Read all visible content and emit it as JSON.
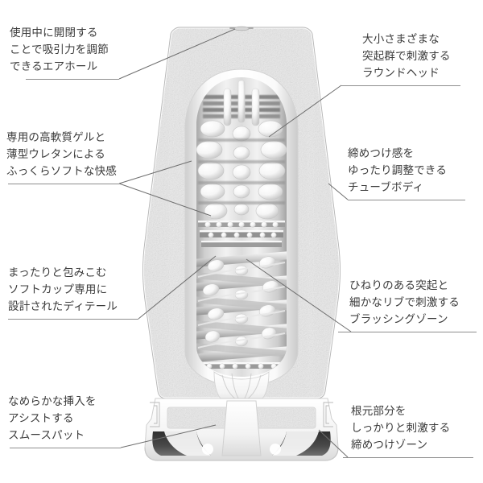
{
  "page": {
    "background_color": "#ffffff",
    "text_color": "#3b3b3b",
    "rule_color": "#8e8e8e",
    "leader_color": "#6e6e6e",
    "speckle_base_color": "#e9e9e9",
    "shell_outline_color": "#b9b9b9",
    "interior_light": "#f4f4f4",
    "interior_shadow": "#8c8c8c",
    "cavity_dark": "#3a3a3a"
  },
  "annotations": {
    "air_hole": {
      "position": "top-left",
      "lines": [
        "使用中に開閉する",
        "ことで吸引力を調節",
        "できるエアホール"
      ],
      "full_text": "使用中に開閉することで吸引力を調節できるエアホール"
    },
    "gel_urethane": {
      "position": "mid-upper-left",
      "lines": [
        "専用の高軟質ゲルと",
        "薄型ウレタンによる",
        "ふっくらソフトな快感"
      ],
      "full_text": "専用の高軟質ゲルと薄型ウレタンによるふっくらソフトな快感"
    },
    "soft_cup_detail": {
      "position": "mid-lower-left",
      "lines": [
        "まったりと包みこむ",
        "ソフトカップ専用に",
        "設計されたディテール"
      ],
      "full_text": "まったりと包みこむソフトカップ専用に設計されたディテール"
    },
    "smooth_pad": {
      "position": "bottom-left",
      "lines": [
        "なめらかな挿入を",
        "アシストする",
        "スムースパット"
      ],
      "full_text": "なめらかな挿入をアシストするスムースパット"
    },
    "round_head": {
      "position": "top-right",
      "lines": [
        "大小さまざまな",
        "突起群で刺激する",
        "ラウンドヘッド"
      ],
      "full_text": "大小さまざまな突起群で刺激するラウンドヘッド"
    },
    "tube_body": {
      "position": "mid-upper-right",
      "lines": [
        "締めつけ感を",
        "ゆったり調整できる",
        "チューブボディ"
      ],
      "full_text": "締めつけ感をゆったり調整できるチューブボディ"
    },
    "brushing_zone": {
      "position": "mid-lower-right",
      "lines": [
        "ひねりのある突起と",
        "細かなリブで刺激する",
        "ブラッシングゾーン"
      ],
      "full_text": "ひねりのある突起と細かなリブで刺激するブラッシングゾーン"
    },
    "tightening_zone": {
      "position": "bottom-right",
      "lines": [
        "根元部分を",
        "しっかりと刺激する",
        "締めつけゾーン"
      ],
      "full_text": "根元部分をしっかりと刺激する締めつけゾーン"
    }
  },
  "illustration": {
    "name": "cutaway-cross-section-of-soft-cup-male-masturbator",
    "parts": [
      "air-hole-at-top",
      "speckled-outer-shell",
      "round-head-with-nubs",
      "spiral-ribbed-tube-body",
      "brushing-zone-ribs",
      "tightening-zone-base",
      "smooth-insertion-pad",
      "base-cavity"
    ]
  }
}
